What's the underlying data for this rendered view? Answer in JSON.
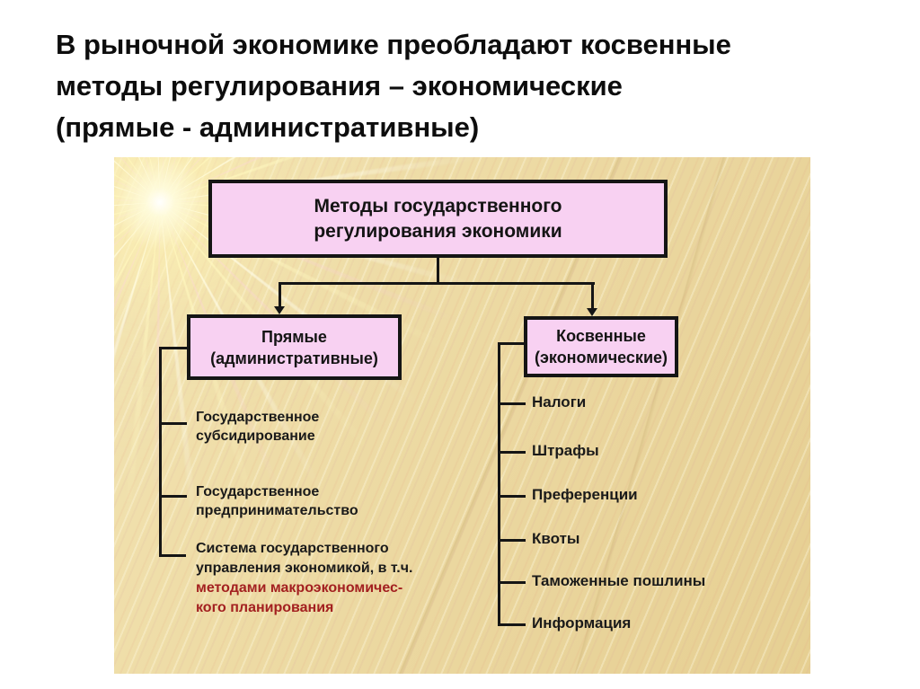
{
  "title": {
    "line1": "В рыночной экономике преобладают косвенные",
    "line2": "методы регулирования – экономические",
    "line3": "(прямые - административные)"
  },
  "diagram": {
    "root": {
      "line1": "Методы государственного",
      "line2": "регулирования экономики"
    },
    "left_branch": {
      "box": {
        "line1": "Прямые",
        "line2": "(административные)"
      },
      "items": [
        {
          "lines": [
            "Государственное",
            "субсидирование"
          ]
        },
        {
          "lines": [
            "Государственное",
            "предпринимательство"
          ]
        },
        {
          "lines": [
            "Система государственного",
            "управления экономикой, в т.ч."
          ],
          "red_lines": [
            "методами макроэкономичес-",
            "кого планирования"
          ]
        }
      ]
    },
    "right_branch": {
      "box": {
        "line1": "Косвенные",
        "line2": "(экономические)"
      },
      "items": [
        "Налоги",
        "Штрафы",
        "Преференции",
        "Квоты",
        "Таможенные пошлины",
        "Информация"
      ]
    },
    "colors": {
      "box_fill": "#f8d1f2",
      "box_border": "#151515",
      "canvas": "#ecd9a1",
      "accent_red": "#a32020"
    }
  }
}
